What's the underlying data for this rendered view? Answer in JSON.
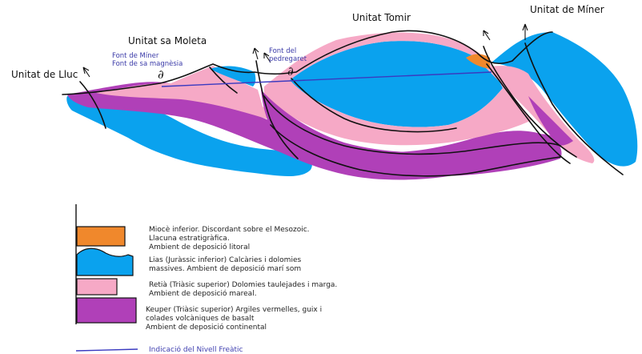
{
  "units": {
    "lluc": "Unitat de Lluc",
    "sa_moleta": "Unitat sa Moleta",
    "tomir": "Unitat Tomir",
    "miner": "Unitat de Míner"
  },
  "springs": {
    "miner_magnesia": {
      "line1": "Font de Míner",
      "line2": "Font de sa magnèsia",
      "symbol": "∂"
    },
    "pedregaret": {
      "line1": "Font del",
      "line2": "pedregaret",
      "symbol": "∂"
    }
  },
  "legend": {
    "miocene": {
      "color": "#f0882c",
      "lines": [
        "Miocè inferior. Discordant sobre el Mesozoic.",
        "Llacuna estratigràfica.",
        "Ambient de deposició litoral"
      ]
    },
    "lias": {
      "color": "#0aa2ee",
      "lines": [
        "Lias (Juràssic inferior) Calcàries i dolomies",
        "massives. Ambient de deposició marí som"
      ]
    },
    "retia": {
      "color": "#f6a9c6",
      "lines": [
        "Retià (Triàsic superior) Dolomies taulejades i marga.",
        "Ambient de deposició mareal."
      ]
    },
    "keuper": {
      "color": "#b040b8",
      "lines": [
        "Keuper (Triàsic superior) Argiles vermelles, guix i",
        "colades volcàniques de basalt",
        "Ambient de deposició continental"
      ]
    },
    "water_table": {
      "color": "#3a3ac0",
      "label": "Indicació del Nivell Freàtic"
    }
  }
}
